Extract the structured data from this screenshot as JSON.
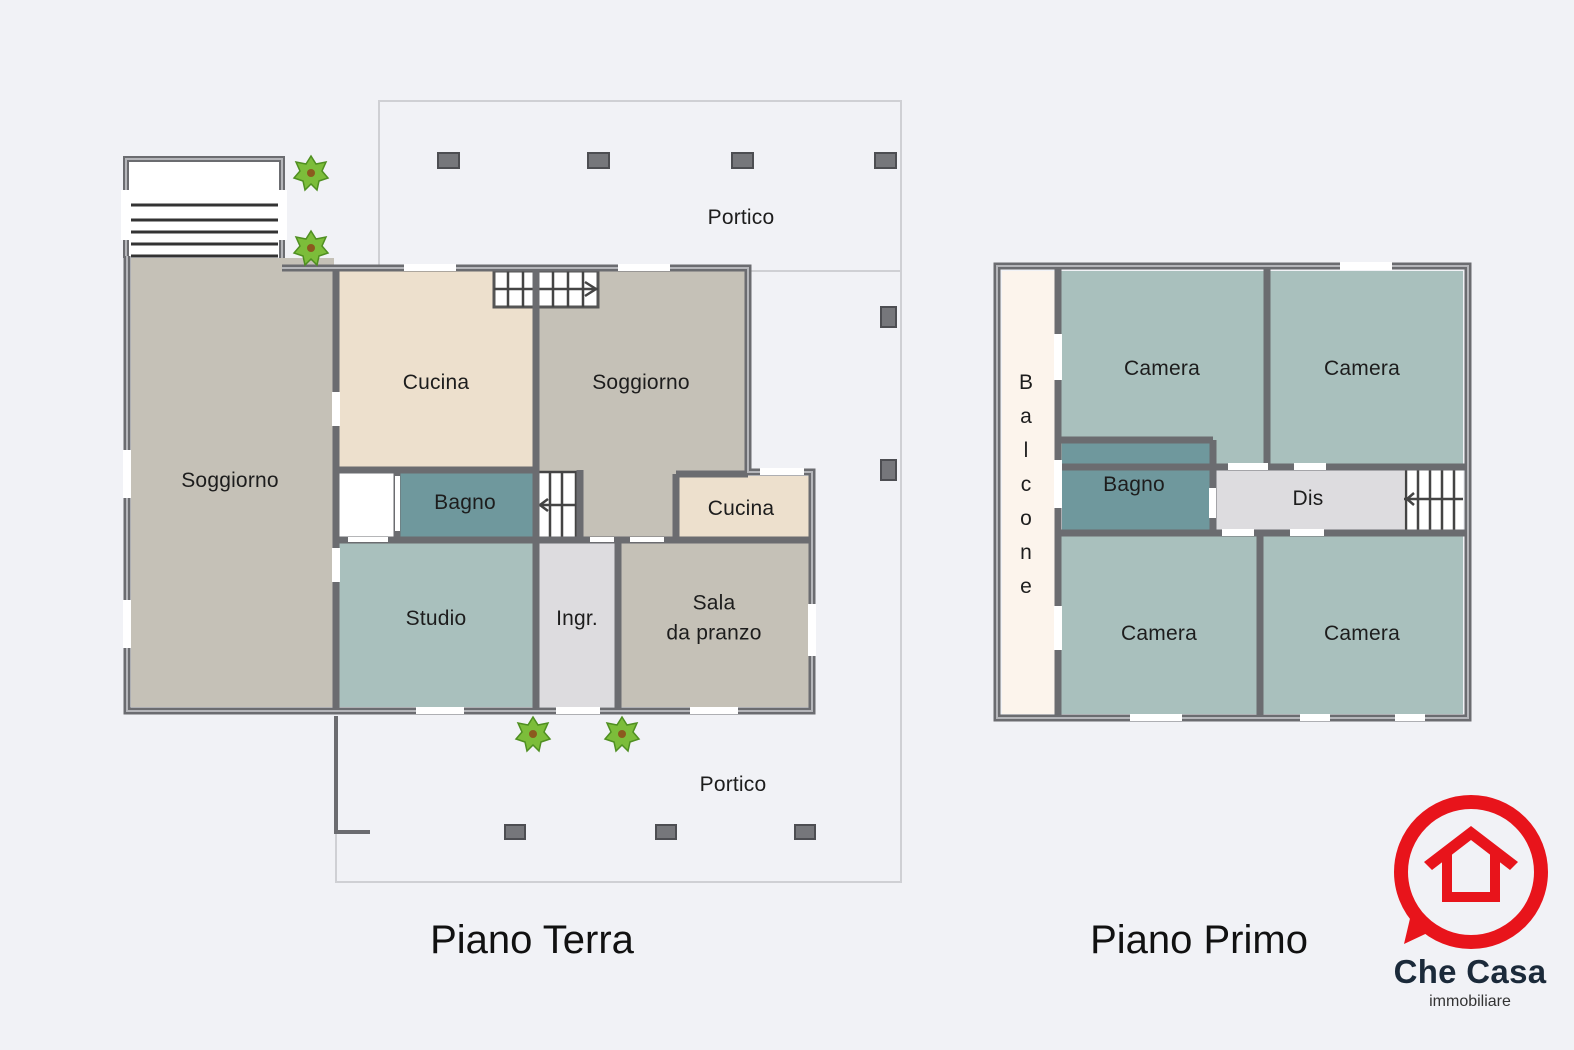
{
  "colors": {
    "background": "#f1f2f6",
    "wall": "#6b6c70",
    "wall_fill": "#a9aaae",
    "soggiorno": "#c5c1b7",
    "cucina": "#ede0cd",
    "bagno": "#6f989d",
    "studio_camera": "#a9c0bd",
    "ingresso_dis": "#dddcdf",
    "balcone": "#fcf4ec",
    "pillar": "#76777b",
    "plant": "#7cbd3a",
    "logo_red": "#e8141b",
    "logo_text": "#1b2a3a"
  },
  "ground_floor": {
    "title": "Piano Terra",
    "rooms": {
      "soggiorno_left": "Soggiorno",
      "cucina_main": "Cucina",
      "soggiorno_right": "Soggiorno",
      "bagno": "Bagno",
      "cucina_small": "Cucina",
      "studio": "Studio",
      "ingresso": "Ingr.",
      "sala_pranzo": "Sala\nda pranzo"
    },
    "porch_top": "Portico",
    "porch_bottom": "Portico"
  },
  "first_floor": {
    "title": "Piano Primo",
    "rooms": {
      "camera_tl": "Camera",
      "camera_tr": "Camera",
      "bagno": "Bagno",
      "dis": "Dis",
      "camera_bl": "Camera",
      "camera_br": "Camera"
    },
    "balcone_letters": [
      "B",
      "a",
      "l",
      "c",
      "o",
      "n",
      "e"
    ]
  },
  "logo": {
    "name": "Che Casa",
    "subtitle": "immobiliare"
  }
}
